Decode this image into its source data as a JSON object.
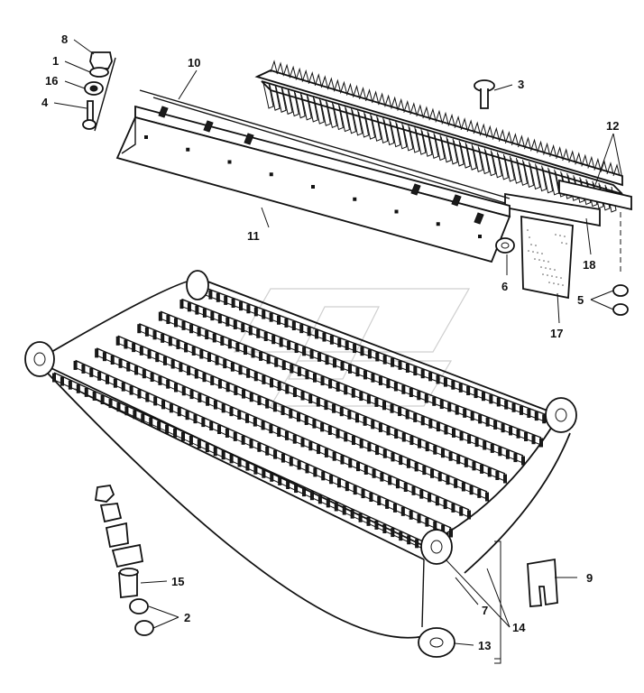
{
  "callouts": [
    "1",
    "2",
    "3",
    "4",
    "5",
    "6",
    "7",
    "8",
    "9",
    "10",
    "11",
    "12",
    "13",
    "14",
    "15",
    "16",
    "17",
    "18"
  ],
  "colors": {
    "ink": "#111111",
    "paper": "#ffffff",
    "watermark": "#cfcfcf"
  }
}
